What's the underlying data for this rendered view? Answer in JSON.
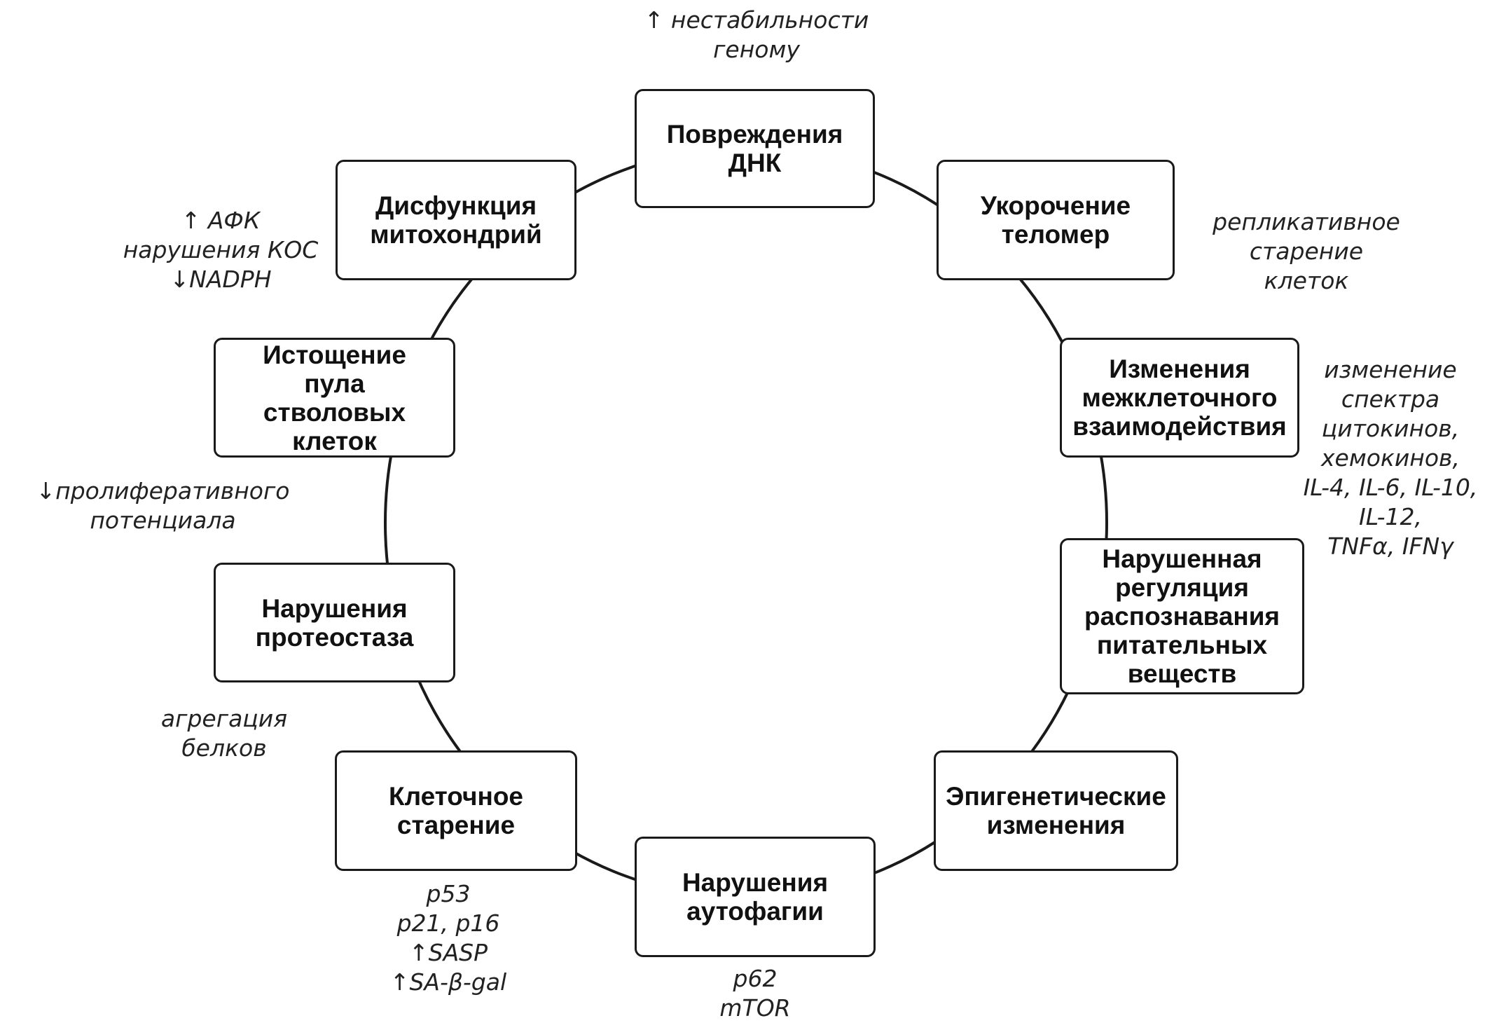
{
  "diagram": {
    "title": "",
    "colors": {
      "stroke": "#1a1a1a",
      "text": "#111111",
      "note": "#222222",
      "background": "#ffffff"
    },
    "nodes": [
      {
        "id": "dna",
        "lines": [
          "Повреждения",
          "ДНК"
        ]
      },
      {
        "id": "telomere",
        "lines": [
          "Укорочение",
          "теломер"
        ]
      },
      {
        "id": "intercellular",
        "lines": [
          "Изменения",
          "межклеточного",
          "взаимодействия"
        ]
      },
      {
        "id": "nutrient",
        "lines": [
          "Нарушенная",
          "регуляция",
          "распознавания",
          "питательных",
          "веществ"
        ]
      },
      {
        "id": "epigenetic",
        "lines": [
          "Эпигенетические",
          "изменения"
        ]
      },
      {
        "id": "autophagy",
        "lines": [
          "Нарушения",
          "аутофагии"
        ]
      },
      {
        "id": "senescence",
        "lines": [
          "Клеточное",
          "старение"
        ]
      },
      {
        "id": "proteostasis",
        "lines": [
          "Нарушения",
          "протеостаза"
        ]
      },
      {
        "id": "stemcell",
        "lines": [
          "Истощение",
          "пула",
          "стволовых",
          "клеток"
        ]
      },
      {
        "id": "mito",
        "lines": [
          "Дисфункция",
          "митохондрий"
        ]
      }
    ],
    "annotations": [
      {
        "for": "dna",
        "lines": [
          "↑ нестабильности",
          "геному"
        ]
      },
      {
        "for": "telomere",
        "lines": [
          "репликативное",
          "старение",
          "клеток"
        ]
      },
      {
        "for": "intercellular",
        "lines": [
          "изменение",
          "спектра",
          "цитокинов,",
          "хемокинов,",
          "IL-4, IL-6, IL-10,",
          "IL-12,",
          "TNFα, IFNγ"
        ]
      },
      {
        "for": "autophagy",
        "lines": [
          "p62",
          "mTOR"
        ]
      },
      {
        "for": "senescence",
        "lines": [
          "p53",
          "p21, p16",
          "↑SASP",
          "↑SA-β-gal"
        ]
      },
      {
        "for": "proteostasis",
        "lines": [
          "агрегация",
          "белков"
        ]
      },
      {
        "for": "stemcell",
        "lines": [
          "↓пролиферативного",
          "потенциала"
        ]
      },
      {
        "for": "mito",
        "lines": [
          "↑ АФК",
          "нарушения КОС",
          "↓NADPH"
        ]
      }
    ]
  }
}
